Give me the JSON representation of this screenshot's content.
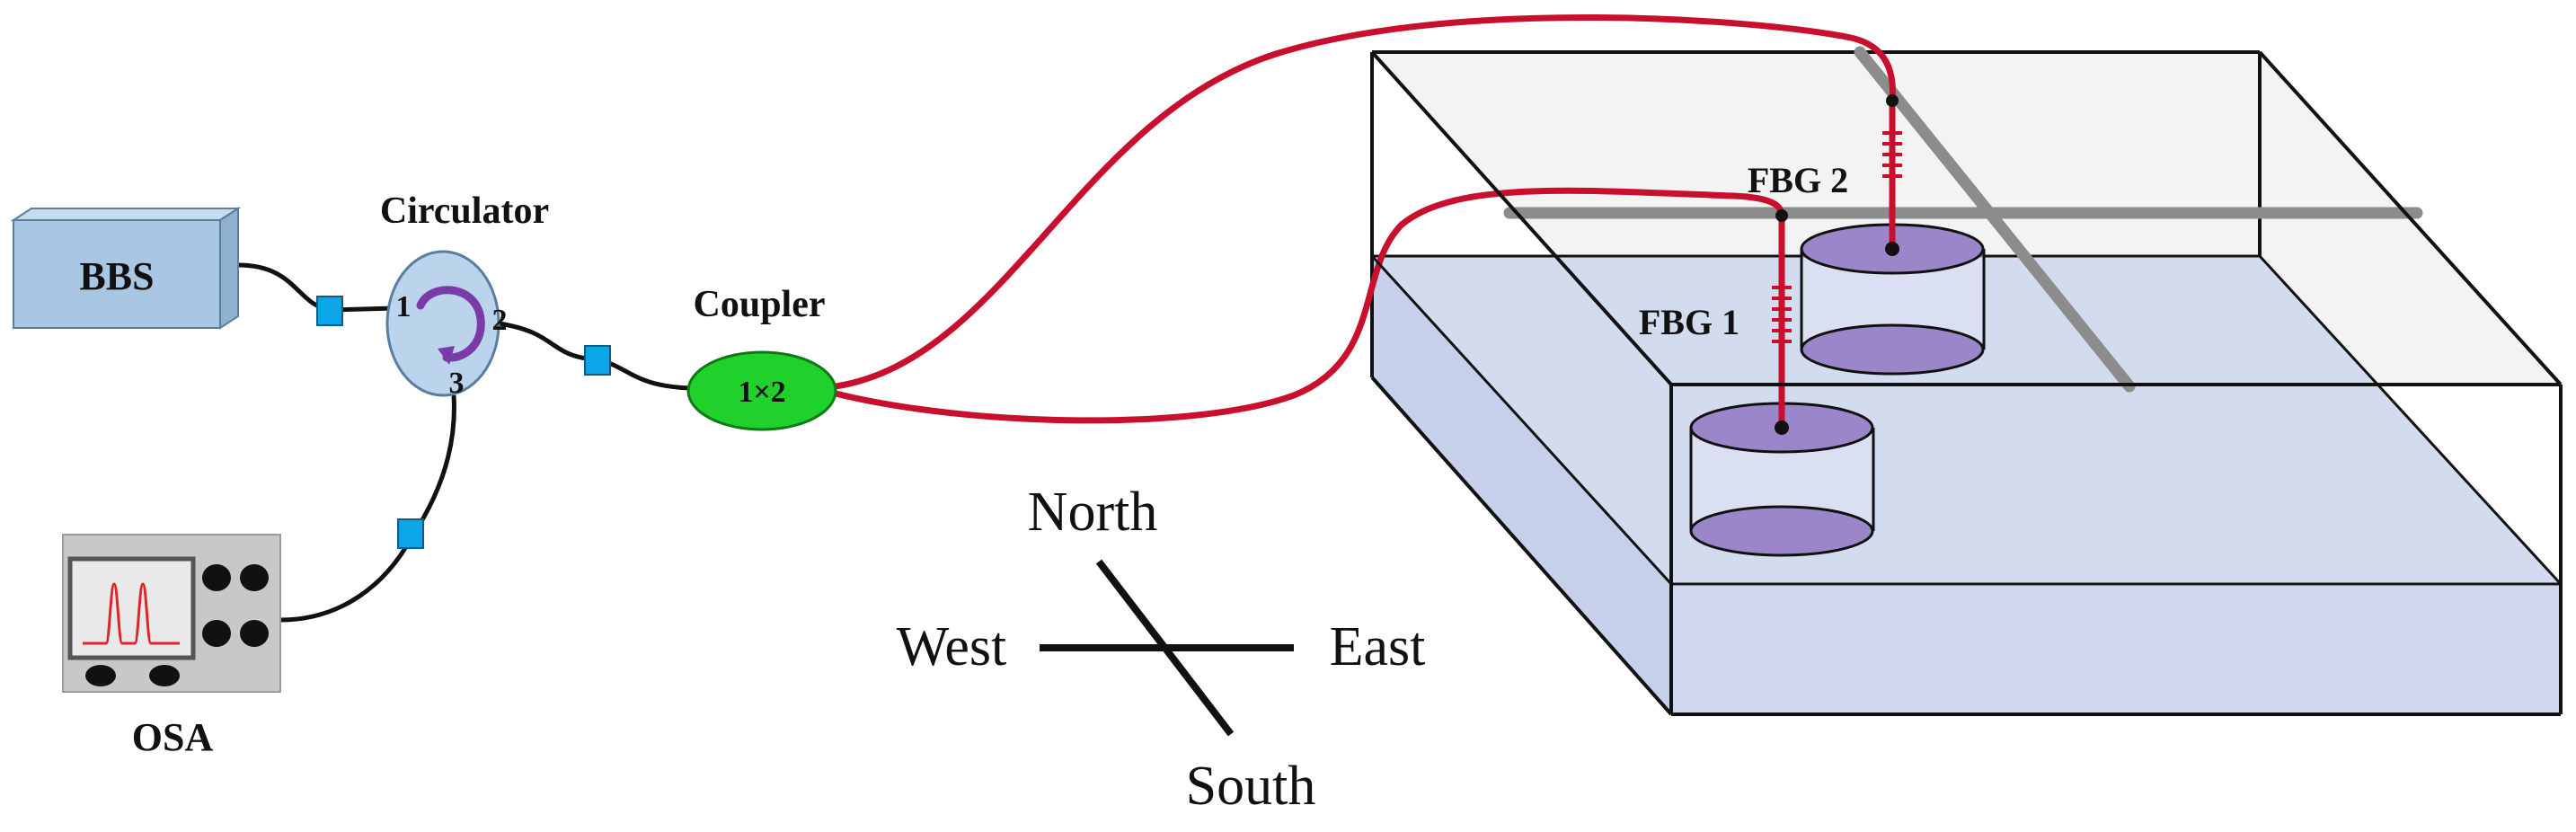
{
  "labels": {
    "bbs": "BBS",
    "circulator": "Circulator",
    "port1": "1",
    "port2": "2",
    "port3": "3",
    "coupler": "Coupler",
    "coupler_ratio": "1×2",
    "osa": "OSA",
    "fbg1": "FBG 1",
    "fbg2": "FBG 2"
  },
  "compass": {
    "north": "North",
    "south": "South",
    "east": "East",
    "west": "West"
  },
  "colors": {
    "fiber": "#c8102e",
    "bbs_box": "#a9c6e2",
    "circulator_body": "#bcd3ec",
    "circulator_arrow": "#7a3aa8",
    "coupler_body": "#1fd12a",
    "connector": "#0aa6e8",
    "osa_body": "#c8c8c8",
    "osa_screen": "#e9e9e9",
    "osa_trace": "#e0242a",
    "container_top": "#f1f1f1",
    "water": "#c9d3ea",
    "cylinder_cap": "#9b86c9",
    "rod": "#8a8a8a"
  }
}
